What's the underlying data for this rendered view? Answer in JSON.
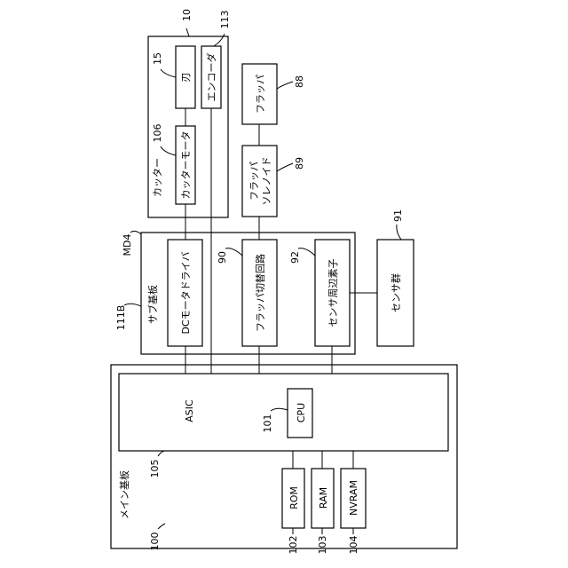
{
  "boxes": {
    "cutter": "カッター",
    "blade": "刃",
    "encoder": "エンコーダ",
    "cutter_motor": "カッターモータ",
    "flapper": "フラッパ",
    "flapper_solenoid_line1": "フラッパ",
    "flapper_solenoid_line2": "ソレノイド",
    "sub_board": "サブ基板",
    "dc_motor_driver": "DCモータドライバ",
    "flapper_switch": "フラッパ切替回路",
    "sensor_periph": "センサ周辺素子",
    "sensor_group": "センサ群",
    "main_board": "メイン基板",
    "asic": "ASIC",
    "cpu": "CPU",
    "rom": "ROM",
    "ram": "RAM",
    "nvram": "NVRAM"
  },
  "refs": {
    "r10": "10",
    "r113": "113",
    "r15": "15",
    "r106": "106",
    "r88": "88",
    "r89": "89",
    "r91": "91",
    "rMD4": "MD4",
    "r90": "90",
    "r92": "92",
    "r111B": "111B",
    "r101": "101",
    "r105": "105",
    "r100": "100",
    "r102": "102",
    "r103": "103",
    "r104": "104"
  }
}
